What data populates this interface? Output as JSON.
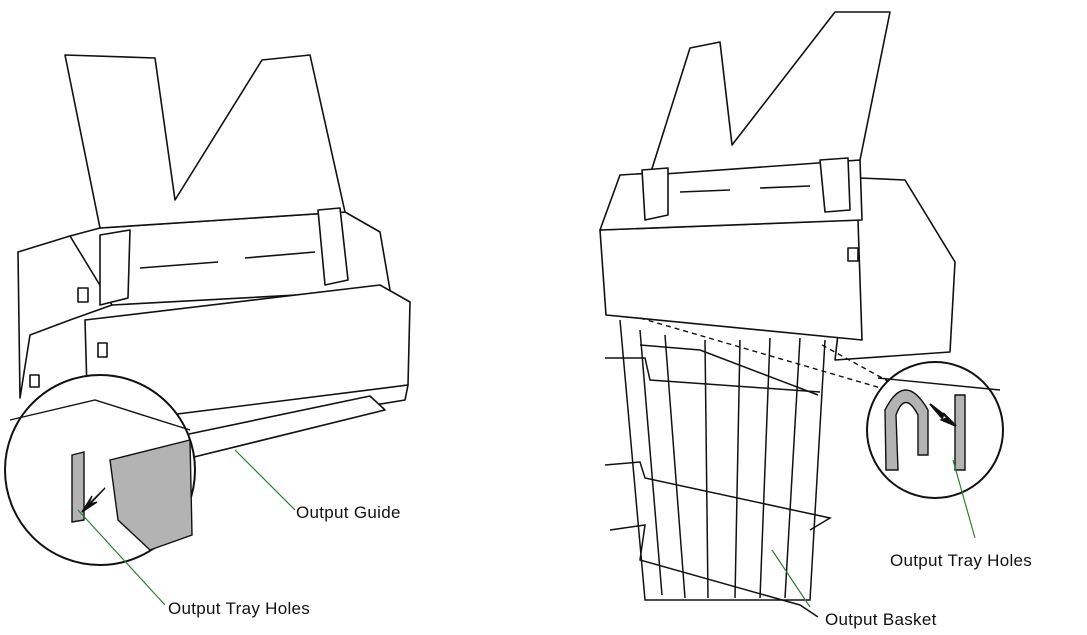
{
  "labels": {
    "output_guide": "Output Guide",
    "output_tray_holes_left": "Output Tray Holes",
    "output_tray_holes_right": "Output Tray Holes",
    "output_basket": "Output Basket"
  },
  "colors": {
    "line": "#111111",
    "leader": "#2e7d32",
    "shade": "#b3b3b3",
    "background": "#ffffff"
  }
}
